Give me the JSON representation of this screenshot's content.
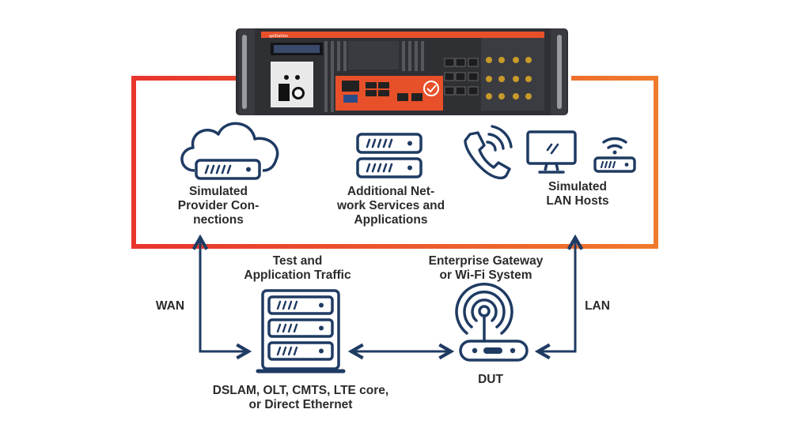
{
  "colors": {
    "navy": "#1f3b63",
    "frame_start": "#e8352e",
    "frame_end": "#f07a2c",
    "chassis": "#2f3034",
    "panel_orange": "#e8502a",
    "label_text": "#2b2b2b"
  },
  "appliance": {
    "icon": "rack-appliance-illustration",
    "brand": "qaStation"
  },
  "groups": {
    "provider": {
      "icon": "cloud-server-icon",
      "label": "Simulated\nProvider Con-\nnections"
    },
    "services": {
      "icon": "server-stack-icon",
      "label": "Additional Net-\nwork Services and\nApplications"
    },
    "lan_hosts": {
      "icons": [
        "phone-icon",
        "monitor-icon",
        "wifi-router-icon"
      ],
      "label": "Simulated\nLAN Hosts"
    }
  },
  "traffic": {
    "label": "Test and\nApplication Traffic"
  },
  "gateway": {
    "label": "Enterprise Gateway\nor Wi-Fi System"
  },
  "access": {
    "icon": "server-rack-icon",
    "label": "DSLAM, OLT, CMTS, LTE core,\nor Direct Ethernet"
  },
  "dut": {
    "icon": "wireless-router-icon",
    "label": "DUT"
  },
  "links": {
    "wan": "WAN",
    "lan": "LAN"
  }
}
